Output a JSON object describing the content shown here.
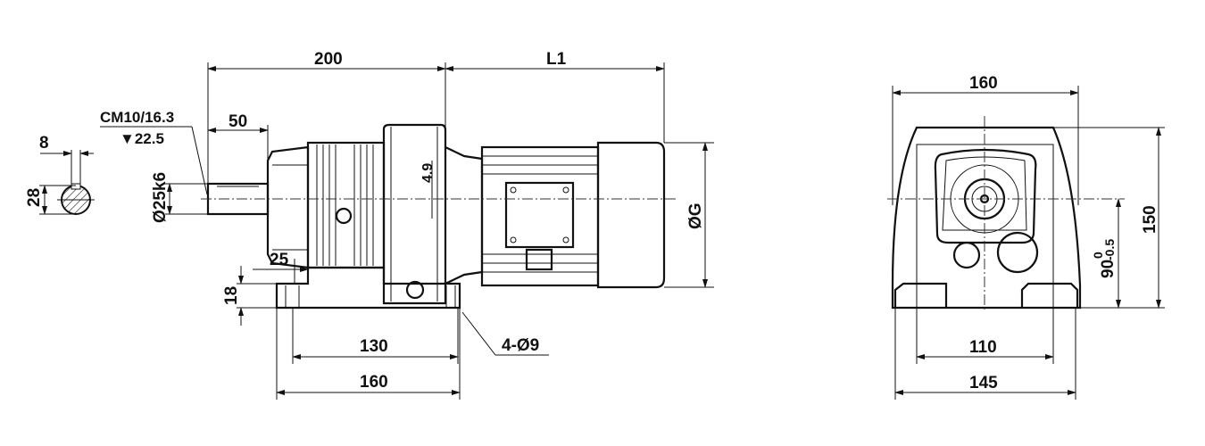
{
  "side_view": {
    "dim_200": "200",
    "dim_L1": "L1",
    "dim_50": "50",
    "thread_callout": "CM10/16.3",
    "thread_depth": "▼22.5",
    "shaft_diameter": "Ø25k6",
    "dim_4_9": "4.9",
    "motor_diameter": "ØG",
    "dim_25": "25",
    "dim_18": "18",
    "dim_130": "130",
    "dim_160": "160",
    "holes": "4-Ø9"
  },
  "shaft_section": {
    "key_width": "8",
    "shaft_height": "28"
  },
  "end_view": {
    "dim_160": "160",
    "dim_150": "150",
    "center_height": "90",
    "tol_upper": "0",
    "tol_lower": "-0.5",
    "dim_110": "110",
    "dim_145": "145"
  }
}
